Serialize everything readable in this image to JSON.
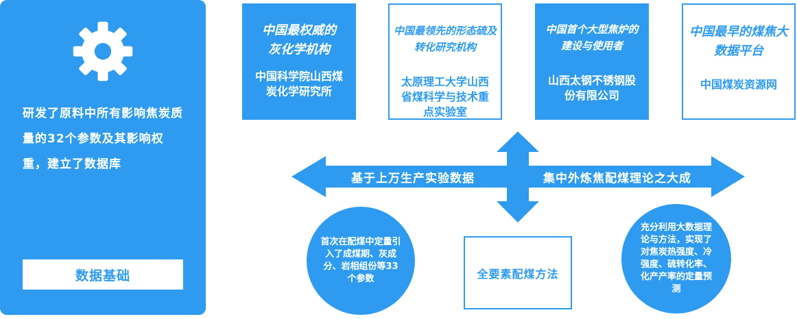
{
  "left_panel": {
    "icon": "gear-icon",
    "description": "研发了原料中所有影响焦炭质量的32个参数及其影响权重，建立了数据库",
    "basis_label": "数据基础"
  },
  "top_boxes": [
    {
      "title": "中国最权威的灰化学机构",
      "subtitle": "中国科学院山西煤炭化学研究所",
      "style": "filled"
    },
    {
      "title": "中国最领先的形态硫及转化研究机构",
      "subtitle": "太原理工大学山西省煤科学与技术重点实验室",
      "style": "outline"
    },
    {
      "title": "中国首个大型焦炉的建设与使用者",
      "subtitle": "山西太钢不锈钢股份有限公司",
      "style": "filled"
    },
    {
      "title": "中国最早的煤焦大数据平台",
      "subtitle": "中国煤炭资源网",
      "style": "outline"
    }
  ],
  "arrows": {
    "left_label": "基于上万生产实验数据",
    "right_label": "集中外炼焦配煤理论之大成"
  },
  "circles": {
    "left": "首次在配煤中定量引入了成煤期、灰成分、岩相组份等33个参数",
    "right": "充分利用大数据理论与方法，实现了对焦炭热强度、冷强度、硫转化率、化产产率的定量预测"
  },
  "method_box": "全要素配煤方法",
  "colors": {
    "accent": "#2f9bf0",
    "background": "#ffffff",
    "text_on_accent": "#ffffff"
  }
}
